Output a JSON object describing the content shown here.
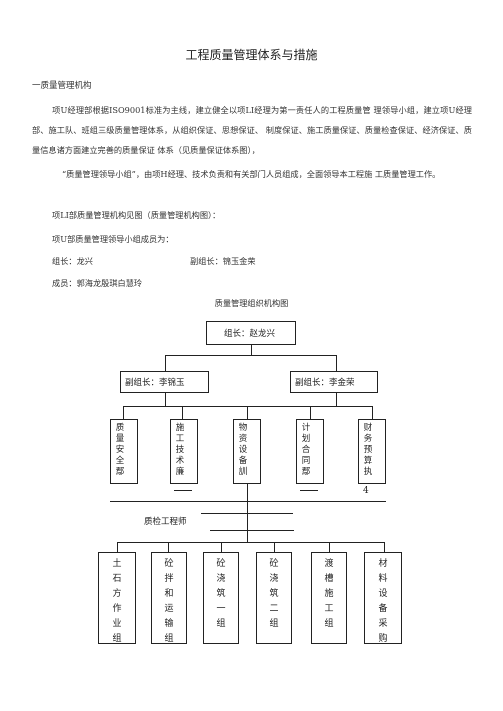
{
  "document": {
    "title": "工程质量管理体系与措施",
    "section_heading": "一质量管理机构",
    "paragraph1": "项U经理部根据ISO9001标准为主线，建立健全以项LI经理为第一责任人的工程质量管 理领导小组，建立项U经理部、施工队、班组三级质量管理体系，从组织保证、思想保证、 制度保证、施工质量保证、质量检查保证、经济保证、质量信息诸方面建立完善的质量保证 体系（见质量保证体系图），",
    "paragraph2": "“质量管理领导小组”，由项H经理、技术负责和有关部门人员组成，全面领导本工程施 工质量管理工作。",
    "line_chart_ref": "项LI部质量管理机构见图（质量管理机构图）：",
    "line_members_intro": "项U部质量管理领导小组成员为：",
    "leader_line": "组长：龙兴",
    "deputy_line": "副组长：锦玉金荣",
    "members_line": "成员：郭海龙殷琪白慧玲"
  },
  "org_chart": {
    "title": "质量管理组织机构图",
    "top": "组长：赵龙兴",
    "deputy_left": "副组长：李锦玉",
    "deputy_right": "副组长：李金荣",
    "departments": [
      "质量安全鄢",
      "施工技术廉",
      "物资设备訓",
      "计划合同鄢",
      "财务预算执"
    ],
    "dept_extra_mark": "4",
    "engineer": "质检工程师",
    "teams": [
      "土石方作业组",
      "砼拌和运输组",
      "砼浇筑一组",
      "砼浇筑二组",
      "渡槽施工组",
      "材料设备采购"
    ]
  }
}
